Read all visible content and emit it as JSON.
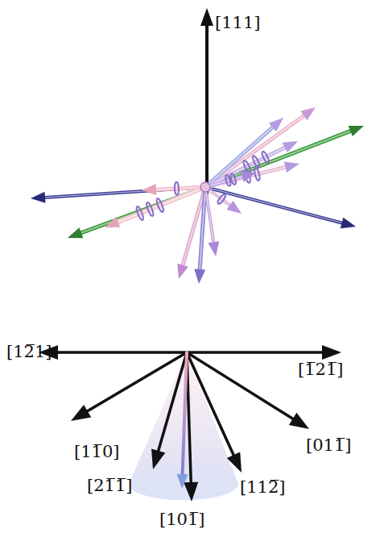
{
  "diagram": {
    "labels": [
      "[111]",
      "[12̅1]",
      "[1̅21̅]",
      "[11̅0]",
      "[011̅]",
      "[21̅1̅]",
      "[112̅]",
      "[101̅]"
    ]
  }
}
